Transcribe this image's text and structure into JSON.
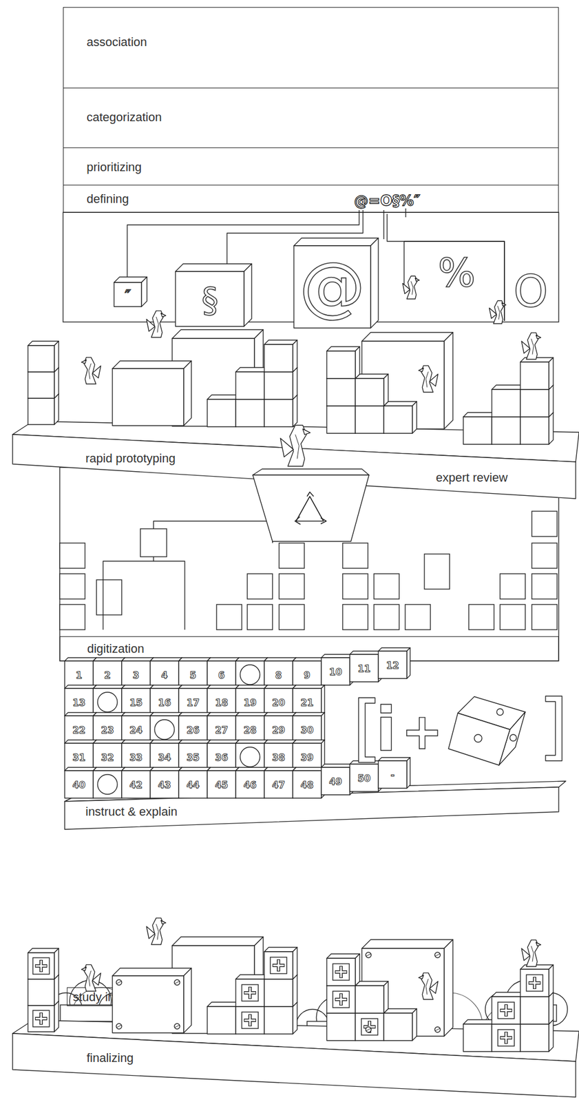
{
  "diagram": {
    "nodes": [
      {
        "text": [
          "association"
        ]
      },
      {
        "text": [
          "categorization"
        ]
      },
      {
        "text": [
          "prioritizing"
        ]
      },
      {
        "text": [
          "defining"
        ]
      },
      {
        "text": [
          "rapid prototyping",
          "expert review"
        ]
      },
      {
        "text": [
          "digitization"
        ]
      },
      {
        "text": [
          "instruct & explain"
        ]
      },
      {
        "text": [
          "study implicit theory"
        ]
      },
      {
        "text": [
          "finalizing"
        ]
      }
    ],
    "labels": [
      "@=O§%″",
      "″",
      "§",
      "@",
      "%",
      "O",
      "1",
      "2",
      "3",
      "4",
      "5",
      "6",
      "8",
      "9",
      "10",
      "11",
      "12",
      "13",
      "15",
      "16",
      "17",
      "18",
      "19",
      "20",
      "21",
      "22",
      "23",
      "24",
      "26",
      "27",
      "28",
      "29",
      "30",
      "31",
      "32",
      "33",
      "34",
      "35",
      "36",
      "38",
      "39",
      "40",
      "42",
      "43",
      "44",
      "45",
      "46",
      "47",
      "48",
      "49",
      "50",
      "-",
      "i",
      "+"
    ]
  }
}
